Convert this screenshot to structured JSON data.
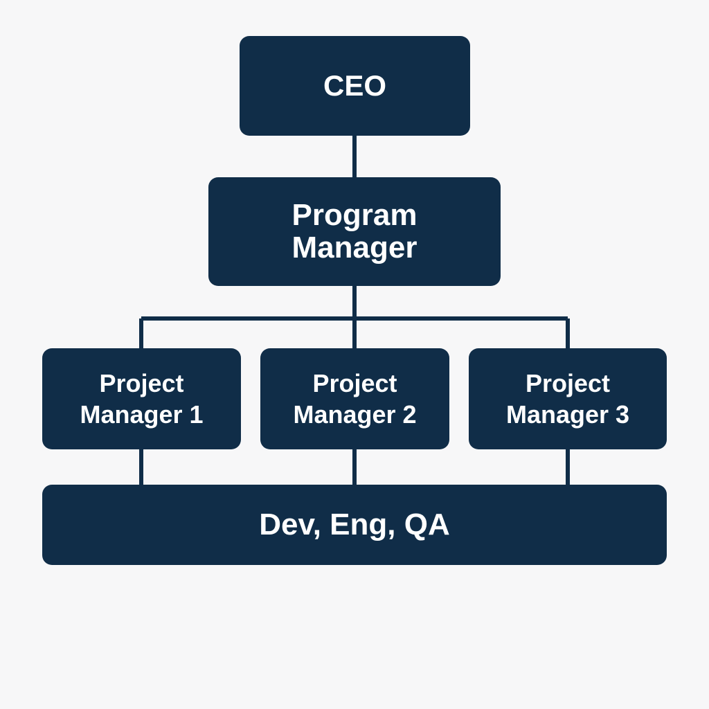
{
  "colors": {
    "background": "#f7f7f8",
    "node_fill": "#102d48",
    "node_text": "#ffffff",
    "connector": "#102d48"
  },
  "nodes": {
    "ceo": {
      "label": "CEO"
    },
    "program_manager": {
      "line1": "Program",
      "line2": "Manager"
    },
    "project_managers": [
      {
        "line1": "Project",
        "line2": "Manager 1"
      },
      {
        "line1": "Project",
        "line2": "Manager 2"
      },
      {
        "line1": "Project",
        "line2": "Manager 3"
      }
    ],
    "team": {
      "label": "Dev, Eng, QA"
    }
  },
  "edges": [
    {
      "from": "ceo",
      "to": "program_manager"
    },
    {
      "from": "program_manager",
      "to": "project_manager_1"
    },
    {
      "from": "program_manager",
      "to": "project_manager_2"
    },
    {
      "from": "program_manager",
      "to": "project_manager_3"
    },
    {
      "from": "project_manager_1",
      "to": "team"
    },
    {
      "from": "project_manager_2",
      "to": "team"
    },
    {
      "from": "project_manager_3",
      "to": "team"
    }
  ]
}
